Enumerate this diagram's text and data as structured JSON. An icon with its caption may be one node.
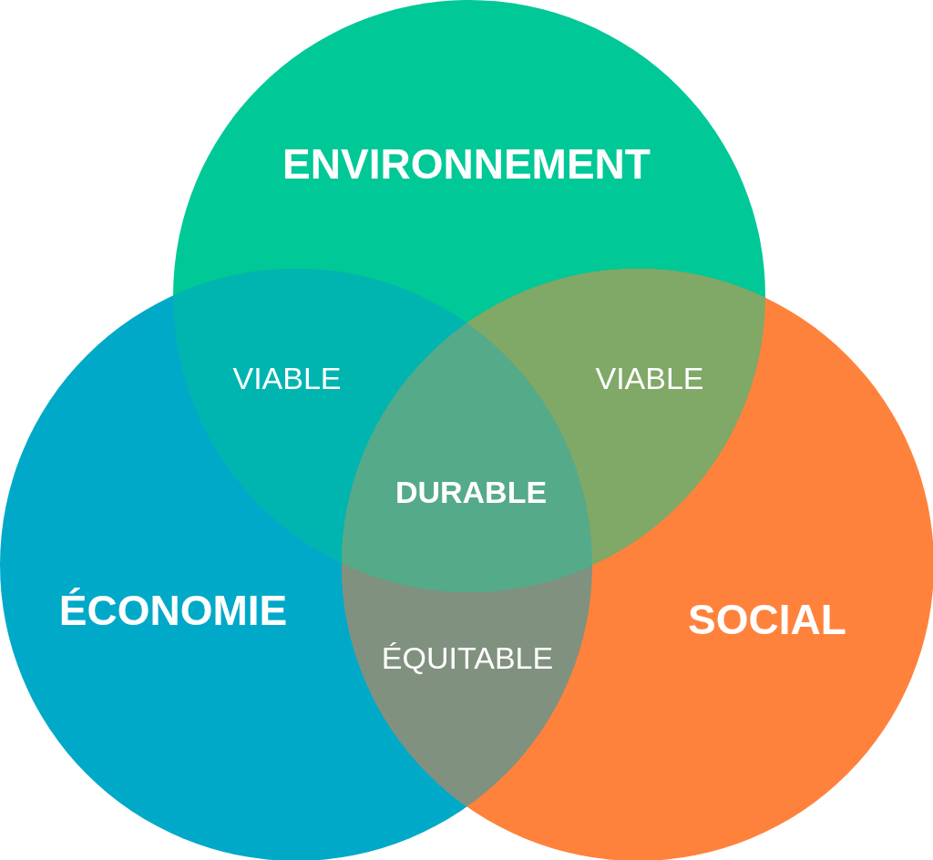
{
  "diagram": {
    "nodes": [
      {
        "text": [
          "ENVIRONNEMENT"
        ]
      },
      {
        "text": [
          "ÉCONOMIE"
        ]
      },
      {
        "text": [
          "SOCIAL"
        ]
      }
    ],
    "labels": [
      "VIABLE",
      "VIABLE",
      "DURABLE",
      "ÉQUITABLE"
    ]
  }
}
